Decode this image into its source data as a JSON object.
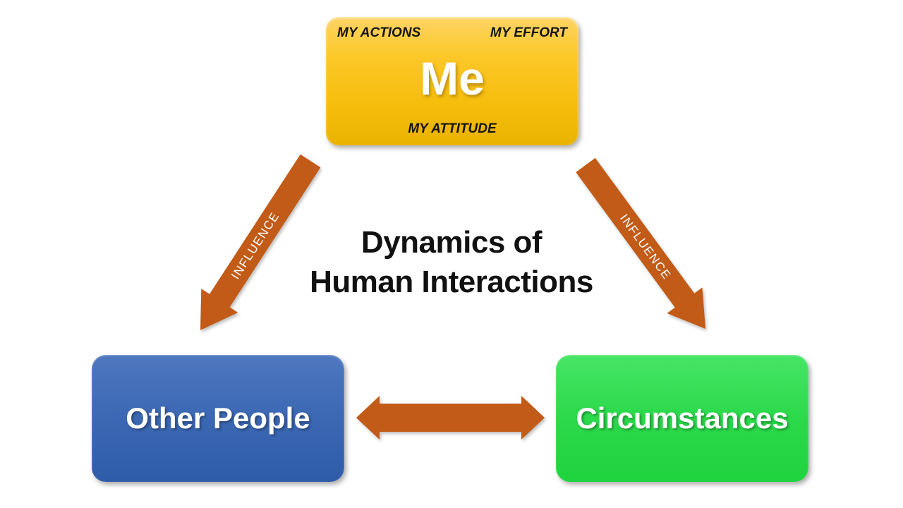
{
  "diagram": {
    "title": {
      "line1": "Dynamics of",
      "line2": "Human Interactions"
    },
    "nodes": {
      "me": {
        "label": "Me",
        "caption_top_left": "MY ACTIONS",
        "caption_top_right": "MY EFFORT",
        "caption_bottom": "MY ATTITUDE"
      },
      "other_people": {
        "label": "Other People"
      },
      "circumstances": {
        "label": "Circumstances"
      }
    },
    "arrows": [
      {
        "label": "INFLUENCE",
        "from": "Me",
        "to": "Other People",
        "bidirectional": false
      },
      {
        "label": "INFLUENCE",
        "from": "Me",
        "to": "Circumstances",
        "bidirectional": false
      },
      {
        "label": "",
        "from": "Other People",
        "to": "Circumstances",
        "bidirectional": true
      }
    ],
    "colors": {
      "me_box_top": "#FDD466",
      "me_box_bottom": "#EAB300",
      "other_people_top": "#4E77BF",
      "other_people_bottom": "#2F5CA8",
      "circumstances_top": "#47E565",
      "circumstances_bottom": "#1FD33F",
      "arrow": "#C15B17",
      "node_text": "#FFFFFF",
      "caption_text": "#141414",
      "title_text": "#111111",
      "background": "#FFFFFF"
    }
  }
}
